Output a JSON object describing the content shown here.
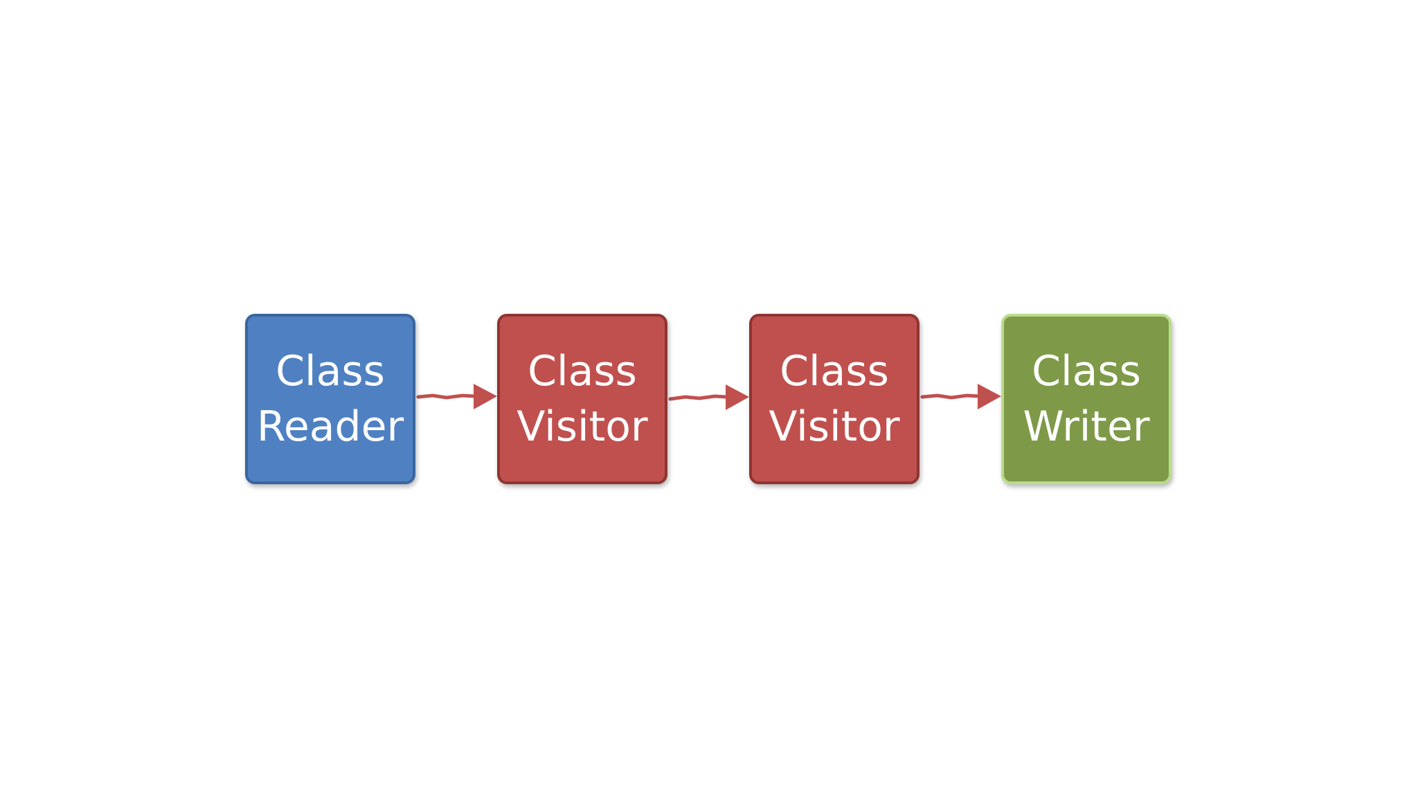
{
  "nodes": [
    {
      "line1": "Class",
      "line2": "Reader",
      "fill": "#4f81c2",
      "border": "#3a659f"
    },
    {
      "line1": "Class",
      "line2": "Visitor",
      "fill": "#c0504e",
      "border": "#8f3432"
    },
    {
      "line1": "Class",
      "line2": "Visitor",
      "fill": "#c0504e",
      "border": "#8f3432"
    },
    {
      "line1": "Class",
      "line2": "Writer",
      "fill": "#7e9a48",
      "border": "#b9dc8b"
    }
  ],
  "arrow_color": "#c0504e"
}
